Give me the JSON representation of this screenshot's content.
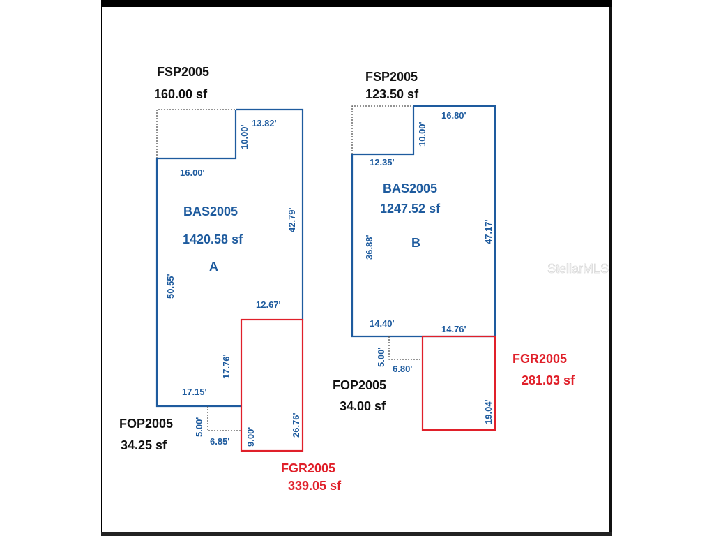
{
  "diagram": {
    "type": "floor_plan_sketch",
    "watermark": "StellarMLS",
    "colors": {
      "base_area_stroke": "#1e5b9e",
      "garage_stroke": "#e0202a",
      "porch_stroke": "#555555",
      "black_text": "#111111",
      "blue_text": "#1e5b9e",
      "red_text": "#e0202a",
      "frame": "#000000"
    },
    "unit_a": {
      "fsp": {
        "code": "FSP2005",
        "area": "160.00 sf"
      },
      "bas": {
        "code": "BAS2005",
        "area": "1420.58 sf",
        "unit": "A"
      },
      "fop": {
        "code": "FOP2005",
        "area": "34.25 sf"
      },
      "fgr": {
        "code": "FGR2005",
        "area": "339.05 sf"
      },
      "dimensions": {
        "top": "13.82'",
        "fsp_right": "10.00'",
        "fsp_bottom": "16.00'",
        "right": "42.79'",
        "left": "50.55'",
        "garage_top": "12.67'",
        "inner_vertical": "17.76'",
        "bottom": "17.15'",
        "fop_height": "5.00'",
        "fop_width": "6.85'",
        "garage_left": "9.00'",
        "garage_right": "26.76'"
      }
    },
    "unit_b": {
      "fsp": {
        "code": "FSP2005",
        "area": "123.50 sf"
      },
      "bas": {
        "code": "BAS2005",
        "area": "1247.52 sf",
        "unit": "B"
      },
      "fop": {
        "code": "FOP2005",
        "area": "34.00 sf"
      },
      "fgr": {
        "code": "FGR2005",
        "area": "281.03 sf"
      },
      "dimensions": {
        "top": "16.80'",
        "fsp_right": "10.00'",
        "fsp_bottom": "12.35'",
        "left": "36.88'",
        "right": "47.17'",
        "bottom_left": "14.40'",
        "bottom_right": "14.76'",
        "fop_height": "5.00'",
        "fop_width": "6.80'",
        "garage_right": "19.04'"
      }
    }
  }
}
